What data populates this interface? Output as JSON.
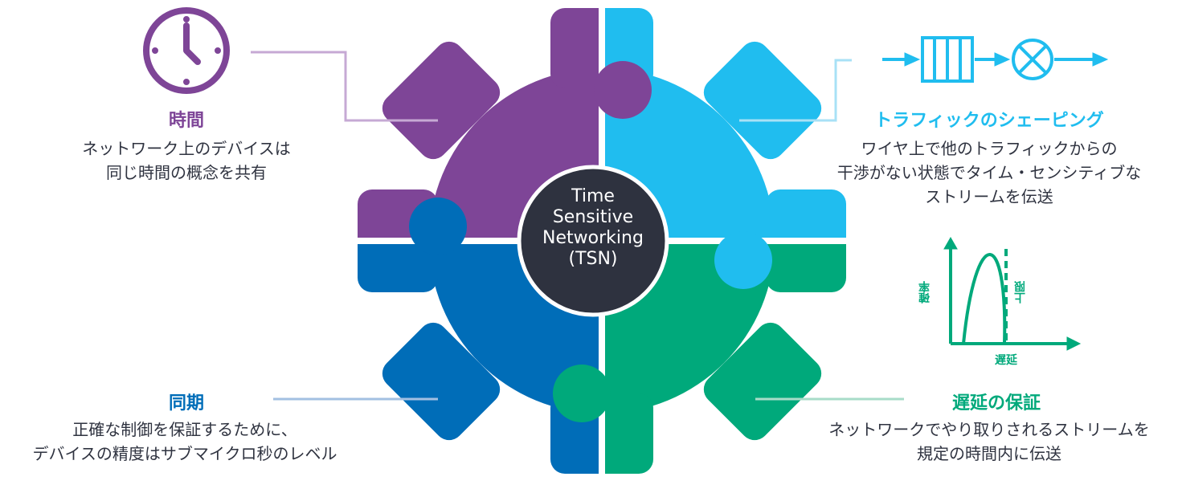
{
  "colors": {
    "purple": "#7E4597",
    "sky": "#20BDEF",
    "blue": "#006DB8",
    "green": "#00A97B",
    "center": "#2E323F",
    "text": "#2F3340"
  },
  "center": {
    "lines": [
      "Time",
      "Sensitive",
      "Networking",
      "(TSN)"
    ]
  },
  "time": {
    "icon": "clock-icon",
    "title": "時間",
    "lines": [
      "ネットワーク上のデバイスは",
      "同じ時間の概念を共有"
    ]
  },
  "shaping": {
    "icon": "queue-flow-icon",
    "title": "トラフィックのシェーピング",
    "lines": [
      "ワイヤ上で他のトラフィックからの",
      "干渉がない状態でタイム・センシティブな",
      "ストリームを伝送"
    ]
  },
  "sync": {
    "title": "同期",
    "lines": [
      "正確な制御を保証するために、",
      "デバイスの精度はサブマイクロ秒のレベル"
    ]
  },
  "latency": {
    "icon": "latency-chart-icon",
    "title": "遅延の保証",
    "lines": [
      "ネットワークでやり取りされるストリームを",
      "規定の時間内に伝送"
    ],
    "chart_y_label": "確率",
    "chart_bound_label": "上限",
    "chart_x_label": "遅延"
  }
}
